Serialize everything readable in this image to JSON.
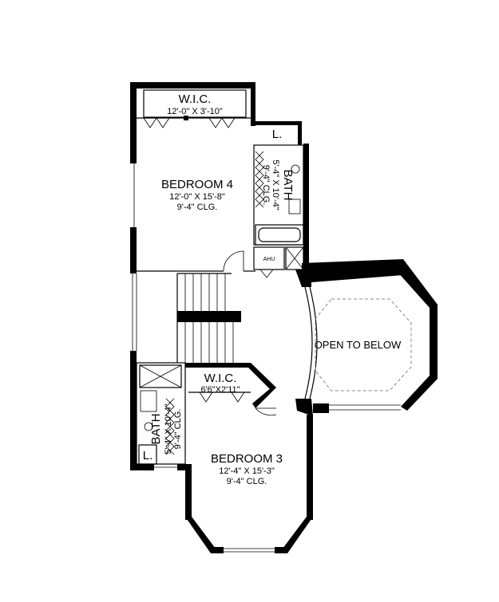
{
  "rooms": {
    "wic_top": {
      "name": "W.I.C.",
      "dims": "12'-0\" X 3'-10\""
    },
    "bedroom4": {
      "name": "BEDROOM 4",
      "dims": "12'-0\" X 15'-8\"",
      "ceiling": "9'-4\" CLG."
    },
    "laundry_top": {
      "name": "L."
    },
    "bath_top": {
      "name": "BATH",
      "dims": "5'-4\" X 10'-4\"",
      "ceiling": "9'-4\" CLG."
    },
    "ahu": {
      "name": "AHU"
    },
    "open_below": {
      "name": "OPEN TO BELOW"
    },
    "wic_bottom": {
      "name": "W.I.C.",
      "dims": "6'6\"X2'11\""
    },
    "bath_bottom": {
      "name": "BATH",
      "dims": "5'-4\" X 10'-4\"",
      "ceiling": "9'-4\" CLG."
    },
    "laundry_bottom": {
      "name": "L."
    },
    "bedroom3": {
      "name": "BEDROOM 3",
      "dims": "12'-4\" X 15'-3\"",
      "ceiling": "9'-4\" CLG."
    }
  },
  "colors": {
    "wall": "#000000",
    "background": "#ffffff",
    "dashed_line": "#888888"
  }
}
